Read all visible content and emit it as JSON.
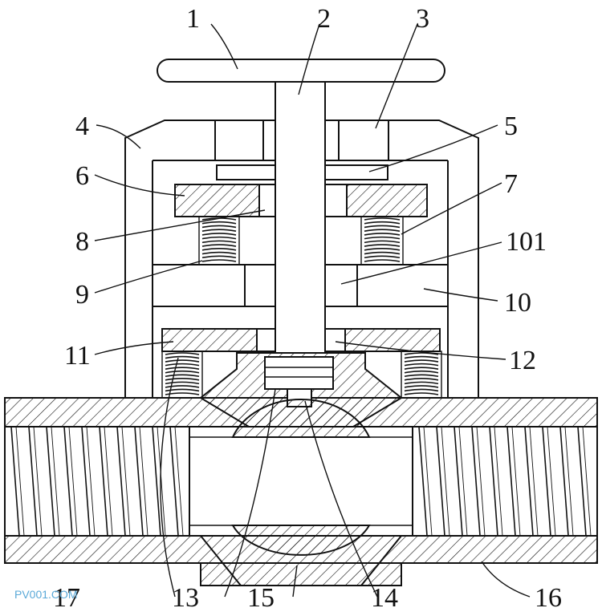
{
  "labels": {
    "l1": "1",
    "l2": "2",
    "l3": "3",
    "l4": "4",
    "l5": "5",
    "l6": "6",
    "l7": "7",
    "l8": "8",
    "l9": "9",
    "l10": "10",
    "l101": "101",
    "l11": "11",
    "l12": "12",
    "l13": "13",
    "l14": "14",
    "l15": "15",
    "l16": "16",
    "l17": "17"
  },
  "watermark": "PV001.COM",
  "colors": {
    "line": "#111111",
    "watermark": "#5aa9d8",
    "background": "#ffffff"
  }
}
